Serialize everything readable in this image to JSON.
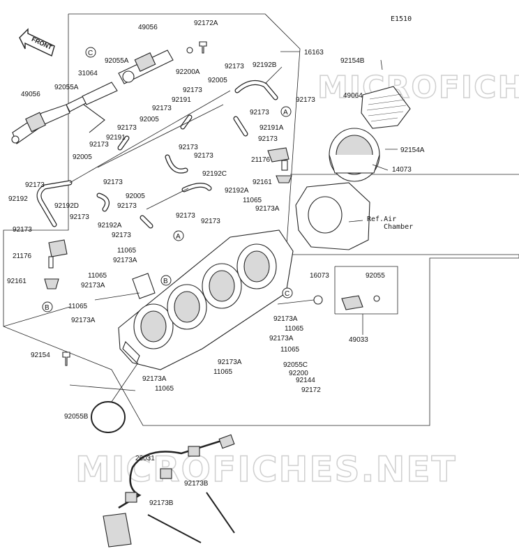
{
  "diagram_code": "E1510",
  "front_label": "FRONT",
  "callouts": {
    "a": "A",
    "b": "B",
    "c": "C"
  },
  "ref_air_chamber": [
    "Ref.Air",
    "Chamber"
  ],
  "watermark": "MICROFICHES.NET",
  "parts": [
    {
      "id": "p49056a",
      "number": "49056"
    },
    {
      "id": "p92172a",
      "number": "92172A"
    },
    {
      "id": "p16163",
      "number": "16163"
    },
    {
      "id": "p92055a",
      "number": "92055A"
    },
    {
      "id": "p92200a",
      "number": "92200A"
    },
    {
      "id": "p31064",
      "number": "31064"
    },
    {
      "id": "p92055a2",
      "number": "92055A"
    },
    {
      "id": "p49056b",
      "number": "49056"
    },
    {
      "id": "p92173t1",
      "number": "92173"
    },
    {
      "id": "p92192b",
      "number": "92192B"
    },
    {
      "id": "p92005t",
      "number": "92005"
    },
    {
      "id": "p92173t2",
      "number": "92173"
    },
    {
      "id": "p92173r1",
      "number": "92173"
    },
    {
      "id": "p92191a1",
      "number": "92191"
    },
    {
      "id": "p92173r2",
      "number": "92173"
    },
    {
      "id": "p92173m1",
      "number": "92173"
    },
    {
      "id": "p92005m",
      "number": "92005"
    },
    {
      "id": "p92191a",
      "number": "92191A"
    },
    {
      "id": "p92173r3",
      "number": "92173"
    },
    {
      "id": "p92173m2",
      "number": "92173"
    },
    {
      "id": "p92191b",
      "number": "92191"
    },
    {
      "id": "p92173l1",
      "number": "92173"
    },
    {
      "id": "p92173m3",
      "number": "92173"
    },
    {
      "id": "p92173m4",
      "number": "92173"
    },
    {
      "id": "p92005l",
      "number": "92005"
    },
    {
      "id": "p92192c",
      "number": "92192C"
    },
    {
      "id": "p21176r",
      "number": "21176"
    },
    {
      "id": "p92173l2",
      "number": "92173"
    },
    {
      "id": "p92173l3",
      "number": "92173"
    },
    {
      "id": "p92161r",
      "number": "92161"
    },
    {
      "id": "p92192",
      "number": "92192"
    },
    {
      "id": "p92005b",
      "number": "92005"
    },
    {
      "id": "p92192a",
      "number": "92192A"
    },
    {
      "id": "p92192d",
      "number": "92192D"
    },
    {
      "id": "p92173l4",
      "number": "92173"
    },
    {
      "id": "p11065t",
      "number": "11065"
    },
    {
      "id": "p92173a1",
      "number": "92173A"
    },
    {
      "id": "p92173l5",
      "number": "92173"
    },
    {
      "id": "p92173c1",
      "number": "92173"
    },
    {
      "id": "p92192a2",
      "number": "92192A"
    },
    {
      "id": "p92173c2",
      "number": "92173"
    },
    {
      "id": "p92173l6",
      "number": "92173"
    },
    {
      "id": "p92173l7",
      "number": "92173"
    },
    {
      "id": "p11065a",
      "number": "11065"
    },
    {
      "id": "p92173a2",
      "number": "92173A"
    },
    {
      "id": "p21176l",
      "number": "21176"
    },
    {
      "id": "p11065b",
      "number": "11065"
    },
    {
      "id": "p92173a3",
      "number": "92173A"
    },
    {
      "id": "p92161l",
      "number": "92161"
    },
    {
      "id": "p11065c",
      "number": "11065"
    },
    {
      "id": "p92173a4",
      "number": "92173A"
    },
    {
      "id": "p92154b",
      "number": "92154B"
    },
    {
      "id": "p49064",
      "number": "49064"
    },
    {
      "id": "p92154a",
      "number": "92154A"
    },
    {
      "id": "p14073",
      "number": "14073"
    },
    {
      "id": "p16073",
      "number": "16073"
    },
    {
      "id": "p92055",
      "number": "92055"
    },
    {
      "id": "p49033",
      "number": "49033"
    },
    {
      "id": "p92173a5",
      "number": "92173A"
    },
    {
      "id": "p11065d",
      "number": "11065"
    },
    {
      "id": "p92173a6",
      "number": "92173A"
    },
    {
      "id": "p11065e",
      "number": "11065"
    },
    {
      "id": "p92154",
      "number": "92154"
    },
    {
      "id": "p92173a7",
      "number": "92173A"
    },
    {
      "id": "p92055c",
      "number": "92055C"
    },
    {
      "id": "p11065f",
      "number": "11065"
    },
    {
      "id": "p92200",
      "number": "92200"
    },
    {
      "id": "p92144",
      "number": "92144"
    },
    {
      "id": "p92173a8",
      "number": "92173A"
    },
    {
      "id": "p11065g",
      "number": "11065"
    },
    {
      "id": "p92172",
      "number": "92172"
    },
    {
      "id": "p92055b",
      "number": "92055B"
    },
    {
      "id": "p26031",
      "number": "26031"
    },
    {
      "id": "p92173b1",
      "number": "92173B"
    },
    {
      "id": "p92173b2",
      "number": "92173B"
    }
  ]
}
